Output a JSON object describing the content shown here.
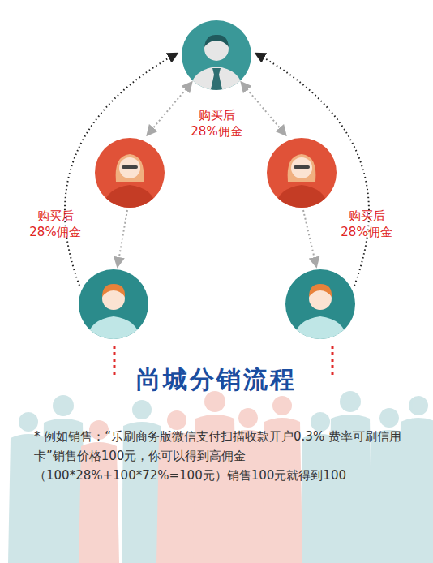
{
  "diagram": {
    "title": "尚城分销流程",
    "labels": [
      "购买后 28%佣金",
      "购买后 28%佣金",
      "购买后 28%佣金",
      "* 例如销售：“乐刷商务版微信支付扫描收款开户0.3% 费率可刷信用卡”销售价格100元，你可以得到高佣金 （100*28%+100*72%=100元）销售100元就得到100"
    ]
  }
}
